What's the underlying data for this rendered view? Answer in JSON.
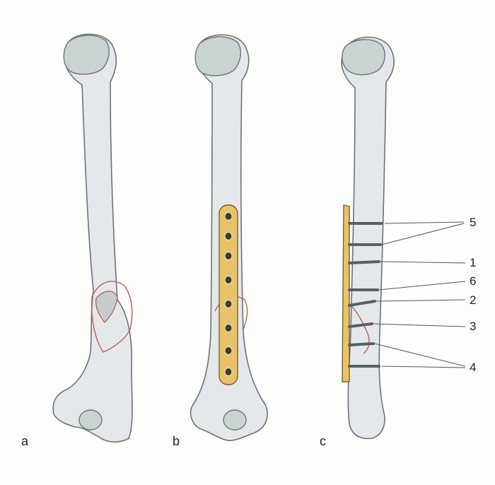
{
  "panels": [
    {
      "id": "a",
      "label": "a"
    },
    {
      "id": "b",
      "label": "b"
    },
    {
      "id": "c",
      "label": "c"
    }
  ],
  "callouts": [
    {
      "id": "5",
      "label": "5"
    },
    {
      "id": "1",
      "label": "1"
    },
    {
      "id": "6",
      "label": "6"
    },
    {
      "id": "2",
      "label": "2"
    },
    {
      "id": "3",
      "label": "3"
    },
    {
      "id": "4",
      "label": "4"
    }
  ],
  "colors": {
    "bone": "#e4e8ea",
    "fracture_line": "#b35a4e",
    "plate": "#e8c36a",
    "screw": "#556066"
  }
}
